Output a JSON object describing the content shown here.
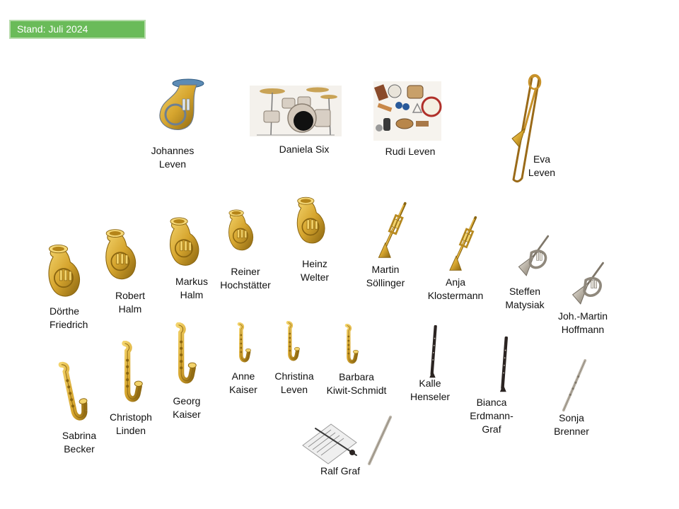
{
  "status": {
    "label": "Stand: Juli 2024",
    "color": "#6abb59"
  },
  "colors": {
    "brass": "#d8aa32",
    "brass_dark": "#8a6510",
    "silver": "#b9b2a6",
    "wood": "#2b2422"
  },
  "members": [
    {
      "id": "johannes",
      "instrument": "tuba-icon",
      "name": "Johannes\nLeven"
    },
    {
      "id": "daniela",
      "instrument": "drum-kit-icon",
      "name": "Daniela Six"
    },
    {
      "id": "rudi",
      "instrument": "percussion-icon",
      "name": "Rudi Leven"
    },
    {
      "id": "eva",
      "instrument": "trombone-icon",
      "name": "Eva\nLeven"
    },
    {
      "id": "doerthe",
      "instrument": "tenor-horn-icon",
      "name": "Dörthe\nFriedrich"
    },
    {
      "id": "robert",
      "instrument": "tenor-horn-icon",
      "name": "Robert\nHalm"
    },
    {
      "id": "markus",
      "instrument": "tenor-horn-icon",
      "name": "Markus\nHalm"
    },
    {
      "id": "reiner",
      "instrument": "baritone-icon",
      "name": "Reiner\nHochstätter"
    },
    {
      "id": "heinz",
      "instrument": "baritone-icon",
      "name": "Heinz\nWelter"
    },
    {
      "id": "martin",
      "instrument": "trumpet-icon",
      "name": "Martin\nSöllinger"
    },
    {
      "id": "anja",
      "instrument": "trumpet-icon",
      "name": "Anja\nKlostermann"
    },
    {
      "id": "steffen",
      "instrument": "flugelhorn-icon",
      "name": "Steffen\nMatysiak"
    },
    {
      "id": "johmartin",
      "instrument": "flugelhorn-icon",
      "name": "Joh.-Martin\nHoffmann"
    },
    {
      "id": "sabrina",
      "instrument": "tenor-saxophone-icon",
      "name": "Sabrina\nBecker"
    },
    {
      "id": "christoph",
      "instrument": "tenor-saxophone-icon",
      "name": "Christoph\nLinden"
    },
    {
      "id": "georg",
      "instrument": "tenor-saxophone-icon",
      "name": "Georg\nKaiser"
    },
    {
      "id": "anne",
      "instrument": "alto-saxophone-icon",
      "name": "Anne\nKaiser"
    },
    {
      "id": "christina",
      "instrument": "alto-saxophone-icon",
      "name": "Christina\nLeven"
    },
    {
      "id": "barbara",
      "instrument": "alto-saxophone-icon",
      "name": "Barbara\nKiwit-Schmidt"
    },
    {
      "id": "kalle",
      "instrument": "clarinet-icon",
      "name": "Kalle\nHenseler"
    },
    {
      "id": "bianca",
      "instrument": "clarinet-icon",
      "name": "Bianca\nErdmann-\nGraf"
    },
    {
      "id": "sonja",
      "instrument": "flute-icon",
      "name": "Sonja\nBrenner"
    },
    {
      "id": "ralf",
      "instrument": "conductor-score-and-flute-icon",
      "name": "Ralf Graf"
    }
  ]
}
